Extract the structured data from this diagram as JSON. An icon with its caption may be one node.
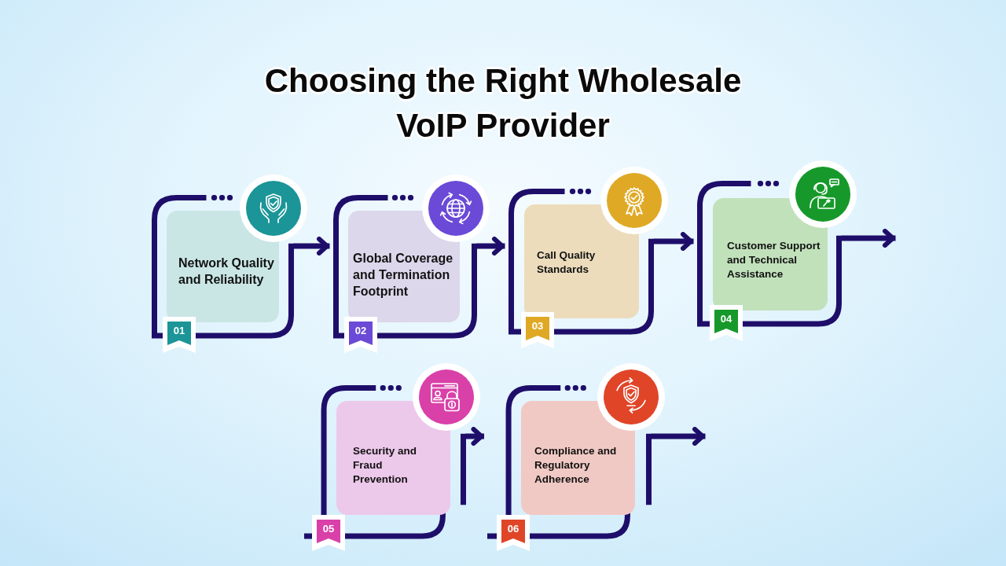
{
  "diagram": {
    "title": "Choosing the Right Wholesale VoIP Provider",
    "nodes": [
      {
        "text": [
          "Network Quality and Reliability",
          "01"
        ]
      },
      {
        "text": [
          "Global Coverage and Termination Footprint",
          "02"
        ]
      },
      {
        "text": [
          "Call Quality Standards",
          "03"
        ]
      },
      {
        "text": [
          "Customer Support and Technical Assistance",
          "04"
        ]
      },
      {
        "text": [
          "Security and Fraud Prevention",
          "05"
        ]
      },
      {
        "text": [
          "Compliance and Regulatory Adherence",
          "06"
        ]
      }
    ],
    "edges": [
      {
        "from": 0,
        "to": 1,
        "arrow": "to"
      },
      {
        "from": 1,
        "to": 2,
        "arrow": "to"
      },
      {
        "from": 2,
        "to": 3,
        "arrow": "to"
      },
      {
        "from": 3,
        "to": null,
        "arrow": "to"
      },
      {
        "from": 4,
        "to": 5,
        "arrow": "to"
      },
      {
        "from": 5,
        "to": null,
        "arrow": "to"
      }
    ]
  }
}
